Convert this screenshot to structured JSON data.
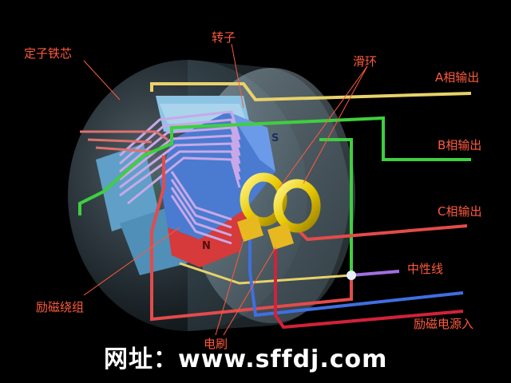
{
  "labels": {
    "stator_core": "定子铁芯",
    "rotor": "转子",
    "slip_ring": "滑环",
    "phase_a": "A相输出",
    "phase_b": "B相输出",
    "phase_c": "C相输出",
    "neutral": "中性线",
    "field_winding": "励磁绕组",
    "brush": "电刷",
    "excitation_source": "励磁电源入"
  },
  "pole_labels": {
    "south": "S",
    "north": "N"
  },
  "footer": "网址：www.sffdj.com",
  "colors": {
    "label": "#ff5a3c",
    "phase_a": "#e8d26a",
    "phase_b": "#3fcf3f",
    "phase_c": "#e34b4b",
    "neutral": "#a070e0",
    "excitation_pos": "#d0223a",
    "excitation_neg": "#3f6fe0",
    "slip_ring": "#f0d800",
    "field_winding": "#c8a8e8",
    "stator": "#6fb0d8",
    "rotor_n": "#d63a3a",
    "rotor_s": "#4a7bd0"
  }
}
